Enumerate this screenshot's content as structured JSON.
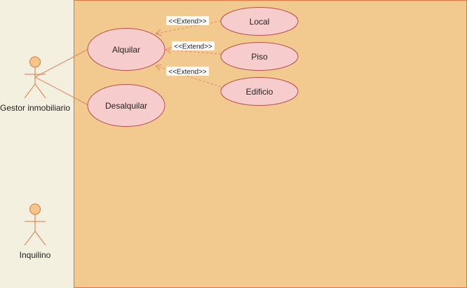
{
  "colors": {
    "page_background": "#f4f0e0",
    "system_fill": "#f2c98e",
    "system_stroke": "#d9773f",
    "usecase_fill": "#f7cccc",
    "usecase_stroke": "#b8514f",
    "actor_fill": "#f5c58a",
    "actor_stroke": "#d9773f",
    "association_line": "#e0886a",
    "extend_line": "#e0886a",
    "text": "#222222",
    "label_background": "#ffffff"
  },
  "actors": [
    {
      "id": "gestor",
      "name": "Gestor inmobiliario"
    },
    {
      "id": "inquilino",
      "name": "Inquilino"
    }
  ],
  "use_cases": [
    {
      "id": "alquilar",
      "name": "Alquilar"
    },
    {
      "id": "desalquilar",
      "name": "Desalquilar"
    },
    {
      "id": "local",
      "name": "Local"
    },
    {
      "id": "piso",
      "name": "Piso"
    },
    {
      "id": "edificio",
      "name": "Edificio"
    }
  ],
  "relations": [
    {
      "type": "association",
      "from": "gestor",
      "to": "alquilar"
    },
    {
      "type": "association",
      "from": "gestor",
      "to": "desalquilar"
    },
    {
      "type": "extend",
      "from": "local",
      "to": "alquilar",
      "label": "<<Extend>>"
    },
    {
      "type": "extend",
      "from": "piso",
      "to": "alquilar",
      "label": "<<Extend>>"
    },
    {
      "type": "extend",
      "from": "edificio",
      "to": "alquilar",
      "label": "<<Extend>>"
    }
  ]
}
